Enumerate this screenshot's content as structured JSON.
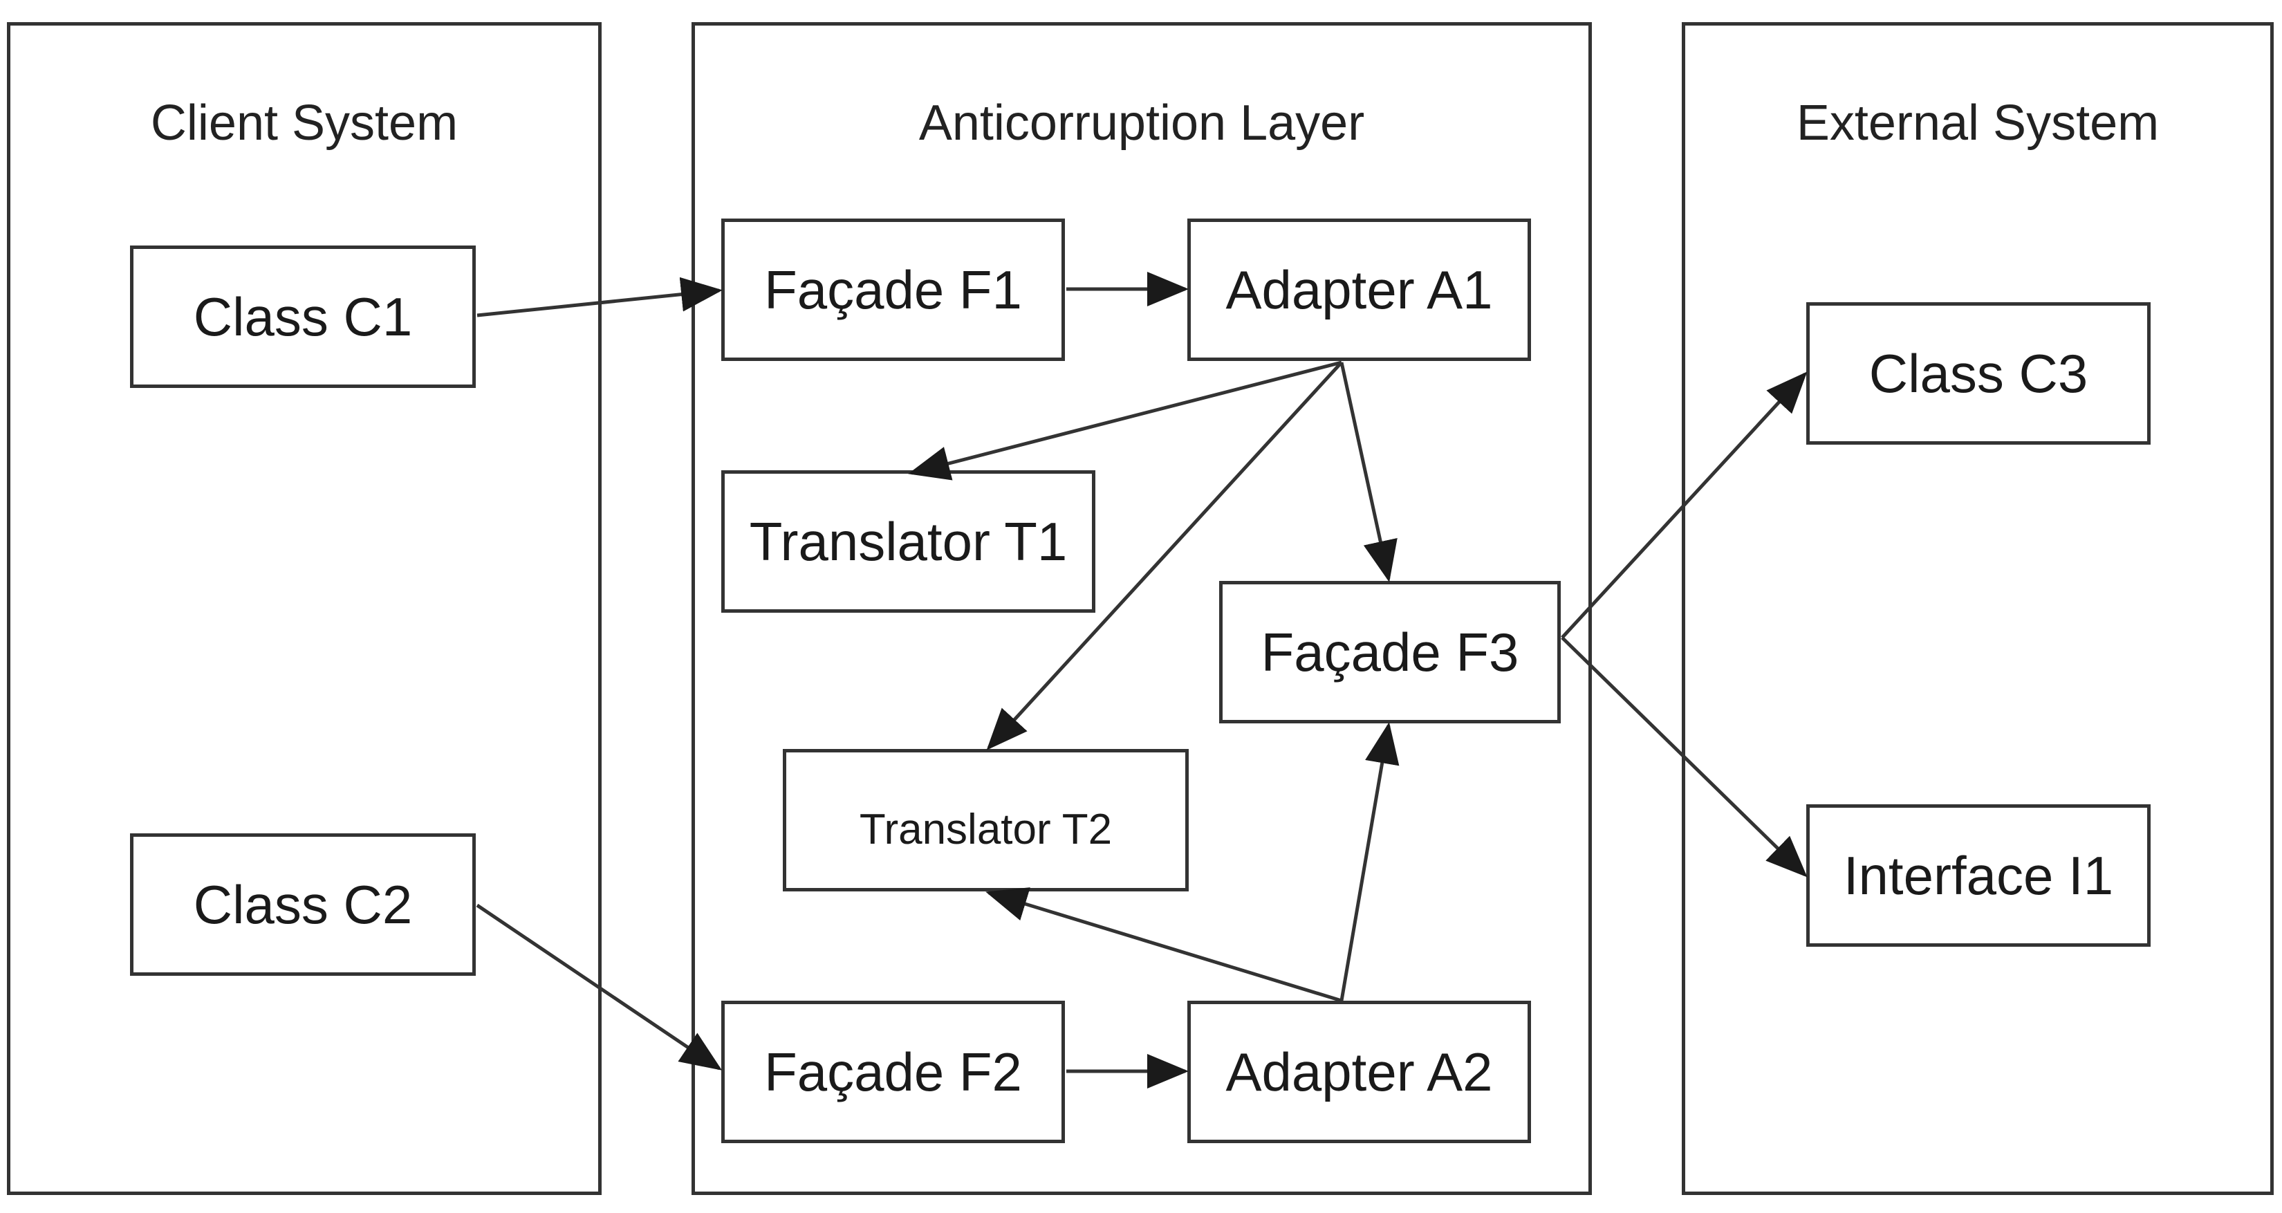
{
  "containers": {
    "client": {
      "title": "Client System"
    },
    "acl": {
      "title": "Anticorruption Layer"
    },
    "external": {
      "title": "External System"
    }
  },
  "nodes": {
    "class_c1": "Class C1",
    "class_c2": "Class C2",
    "facade_f1": "Façade F1",
    "adapter_a1": "Adapter A1",
    "translator_t1": "Translator T1",
    "facade_f3": "Façade F3",
    "translator_t2": "Translator T2",
    "facade_f2": "Façade F2",
    "adapter_a2": "Adapter A2",
    "class_c3": "Class C3",
    "interface_i1": "Interface I1"
  },
  "edges": [
    {
      "from": "class_c1",
      "to": "facade_f1"
    },
    {
      "from": "facade_f1",
      "to": "adapter_a1"
    },
    {
      "from": "adapter_a1",
      "to": "translator_t1"
    },
    {
      "from": "adapter_a1",
      "to": "translator_t2"
    },
    {
      "from": "adapter_a1",
      "to": "facade_f3"
    },
    {
      "from": "facade_f3",
      "to": "class_c3"
    },
    {
      "from": "facade_f3",
      "to": "interface_i1"
    },
    {
      "from": "class_c2",
      "to": "facade_f2"
    },
    {
      "from": "facade_f2",
      "to": "adapter_a2"
    },
    {
      "from": "adapter_a2",
      "to": "translator_t2"
    },
    {
      "from": "adapter_a2",
      "to": "facade_f3"
    }
  ],
  "colors": {
    "stroke": "#333333",
    "text": "#1a1a1a",
    "background": "#ffffff"
  }
}
